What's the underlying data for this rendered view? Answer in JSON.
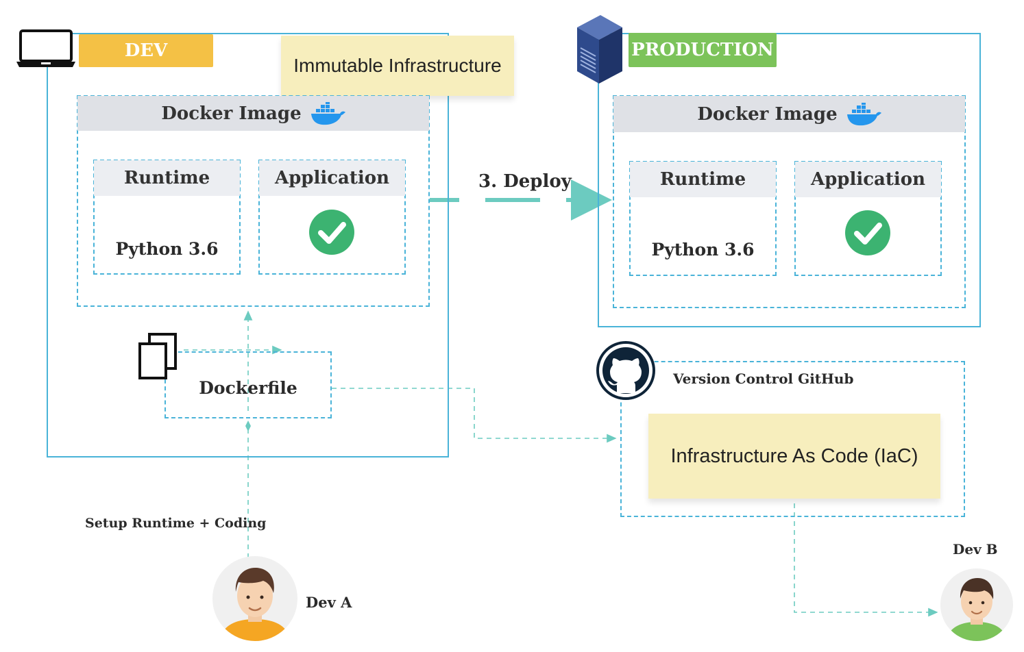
{
  "dev": {
    "tag": "DEV",
    "tag_color": "#f4c145",
    "docker_image": "Docker Image",
    "runtime_title": "Runtime",
    "runtime_value": "Python 3.6",
    "application_title": "Application",
    "dockerfile": "Dockerfile"
  },
  "immutable_note": "Immutable Infrastructure",
  "deploy_label": "3. Deploy",
  "production": {
    "tag": "PRODUCTION",
    "tag_color": "#7cc35a",
    "docker_image": "Docker Image",
    "runtime_title": "Runtime",
    "runtime_value": "Python 3.6",
    "application_title": "Application"
  },
  "github": {
    "label": "Version Control GitHub",
    "iac_note": "Infrastructure As Code (IaC)"
  },
  "setup_label": "Setup Runtime + Coding",
  "dev_a": "Dev A",
  "dev_b": "Dev B",
  "colors": {
    "border": "#49b3d8",
    "arrow": "#6ccbc0",
    "check": "#3cb371",
    "docker": "#2496ed",
    "server": "#2e4a8c"
  },
  "icons": [
    "laptop-icon",
    "server-icon",
    "docker-whale-icon",
    "check-icon",
    "files-icon",
    "github-icon",
    "dev-a-avatar",
    "dev-b-avatar"
  ]
}
